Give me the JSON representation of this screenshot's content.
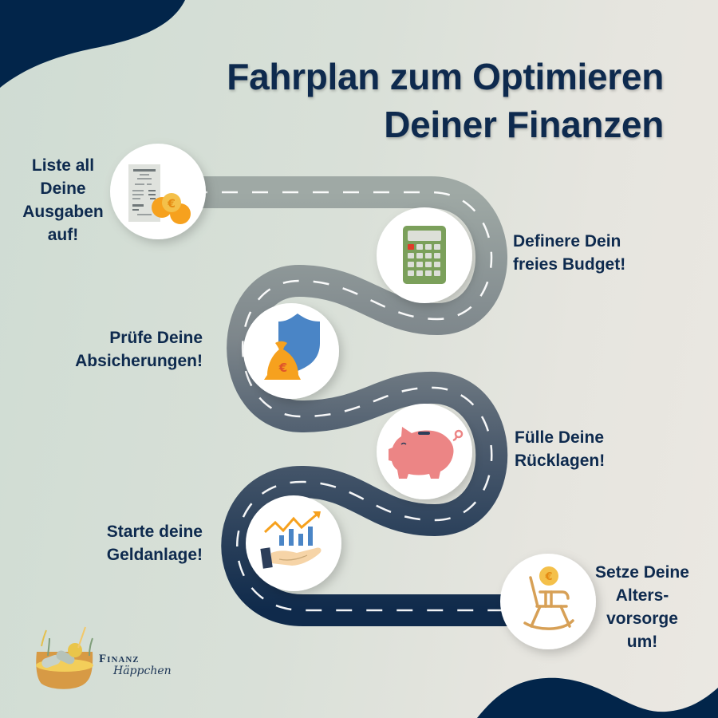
{
  "title": {
    "line1": "Fahrplan zum Optimieren",
    "line2": "Deiner Finanzen"
  },
  "steps": [
    {
      "order": 1,
      "icon": "receipt-coins-icon",
      "lines": [
        "Liste all",
        "Deine",
        "Ausgaben",
        "auf!"
      ]
    },
    {
      "order": 2,
      "icon": "calculator-icon",
      "lines": [
        "Definere Dein",
        "freies Budget!"
      ]
    },
    {
      "order": 3,
      "icon": "shield-moneybag-icon",
      "lines": [
        "Prüfe Deine",
        "Absicherungen!"
      ]
    },
    {
      "order": 4,
      "icon": "piggy-bank-icon",
      "lines": [
        "Fülle Deine",
        "Rücklagen!"
      ]
    },
    {
      "order": 5,
      "icon": "hand-growth-chart-icon",
      "lines": [
        "Starte deine",
        "Geldanlage!"
      ]
    },
    {
      "order": 6,
      "icon": "rocking-chair-coin-icon",
      "lines": [
        "Setze Deine",
        "Alters-",
        "vorsorge",
        "um!"
      ]
    }
  ],
  "logo": {
    "line1": "Finanz",
    "line2": "Häppchen"
  },
  "colors": {
    "navy": "#0e2a4e",
    "road_light": "#9aa5a1",
    "road_dark": "#0f2a4b",
    "background_left": "#cfdcd3",
    "background_right": "#ebe8e2",
    "coin_orange": "#f6a11e",
    "calculator_green": "#7ba05b",
    "shield_blue": "#4a85c6",
    "piggy_pink": "#ec8585",
    "chair_tan": "#d7a056"
  }
}
